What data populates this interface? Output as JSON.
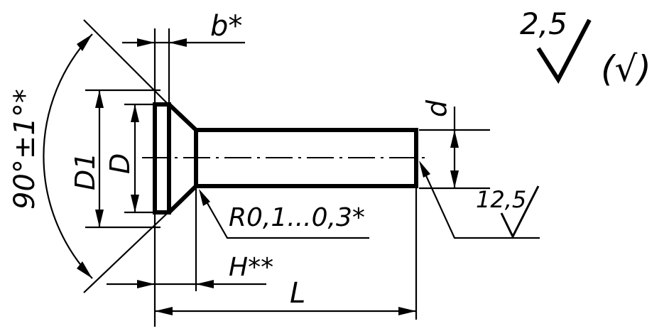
{
  "dimensions": {
    "head_width": "b*",
    "head_diameter_outer": "D1",
    "head_diameter_inner": "D",
    "shank_diameter": "d",
    "countersink_angle": "90°±1°*",
    "fillet_radius": "R0,1...0,3*",
    "head_height": "H**",
    "length": "L"
  },
  "roughness": {
    "general_value": "2,5",
    "general_suffix": "(√)",
    "shank_value": "12,5"
  }
}
